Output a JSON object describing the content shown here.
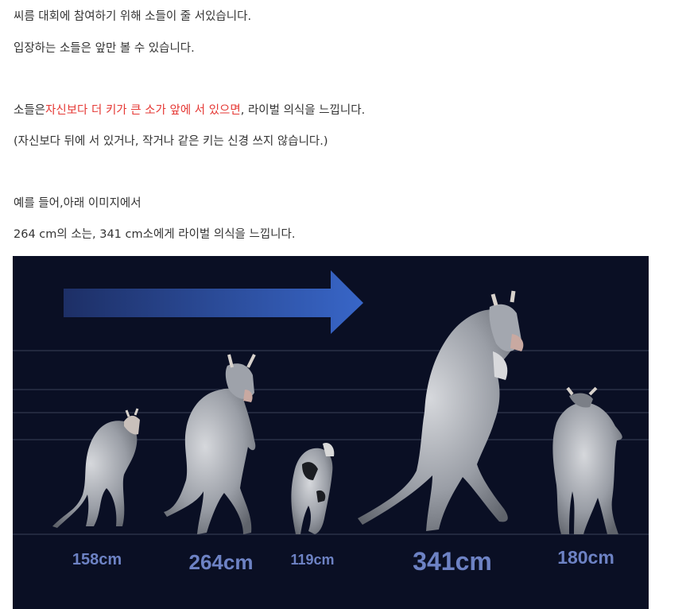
{
  "paragraphs": {
    "p1": "씨름 대회에 참여하기 위해 소들이 줄 서있습니다.",
    "p2": "입장하는 소들은 앞만 볼 수 있습니다.",
    "p3_pre": "소들은",
    "p3_red": "자신보다 더 키가 큰 소가 앞에 서 있으면",
    "p3_post": ", 라이벌 의식을 느낍니다.",
    "p4": "(자신보다 뒤에 서 있거나, 작거나 같은 키는 신경 쓰지 않습니다.)",
    "p5": "예를 들어,아래 이미지에서",
    "p6": "264 cm의 소는, 341 cm소에게 라이벌 의식을 느낍니다."
  },
  "figure": {
    "heights": [
      "158cm",
      "264cm",
      "119cm",
      "341cm",
      "180cm"
    ],
    "arrow_color_start": "#1d2f66",
    "arrow_color_end": "#3866c8",
    "background": "#0a0f24"
  }
}
